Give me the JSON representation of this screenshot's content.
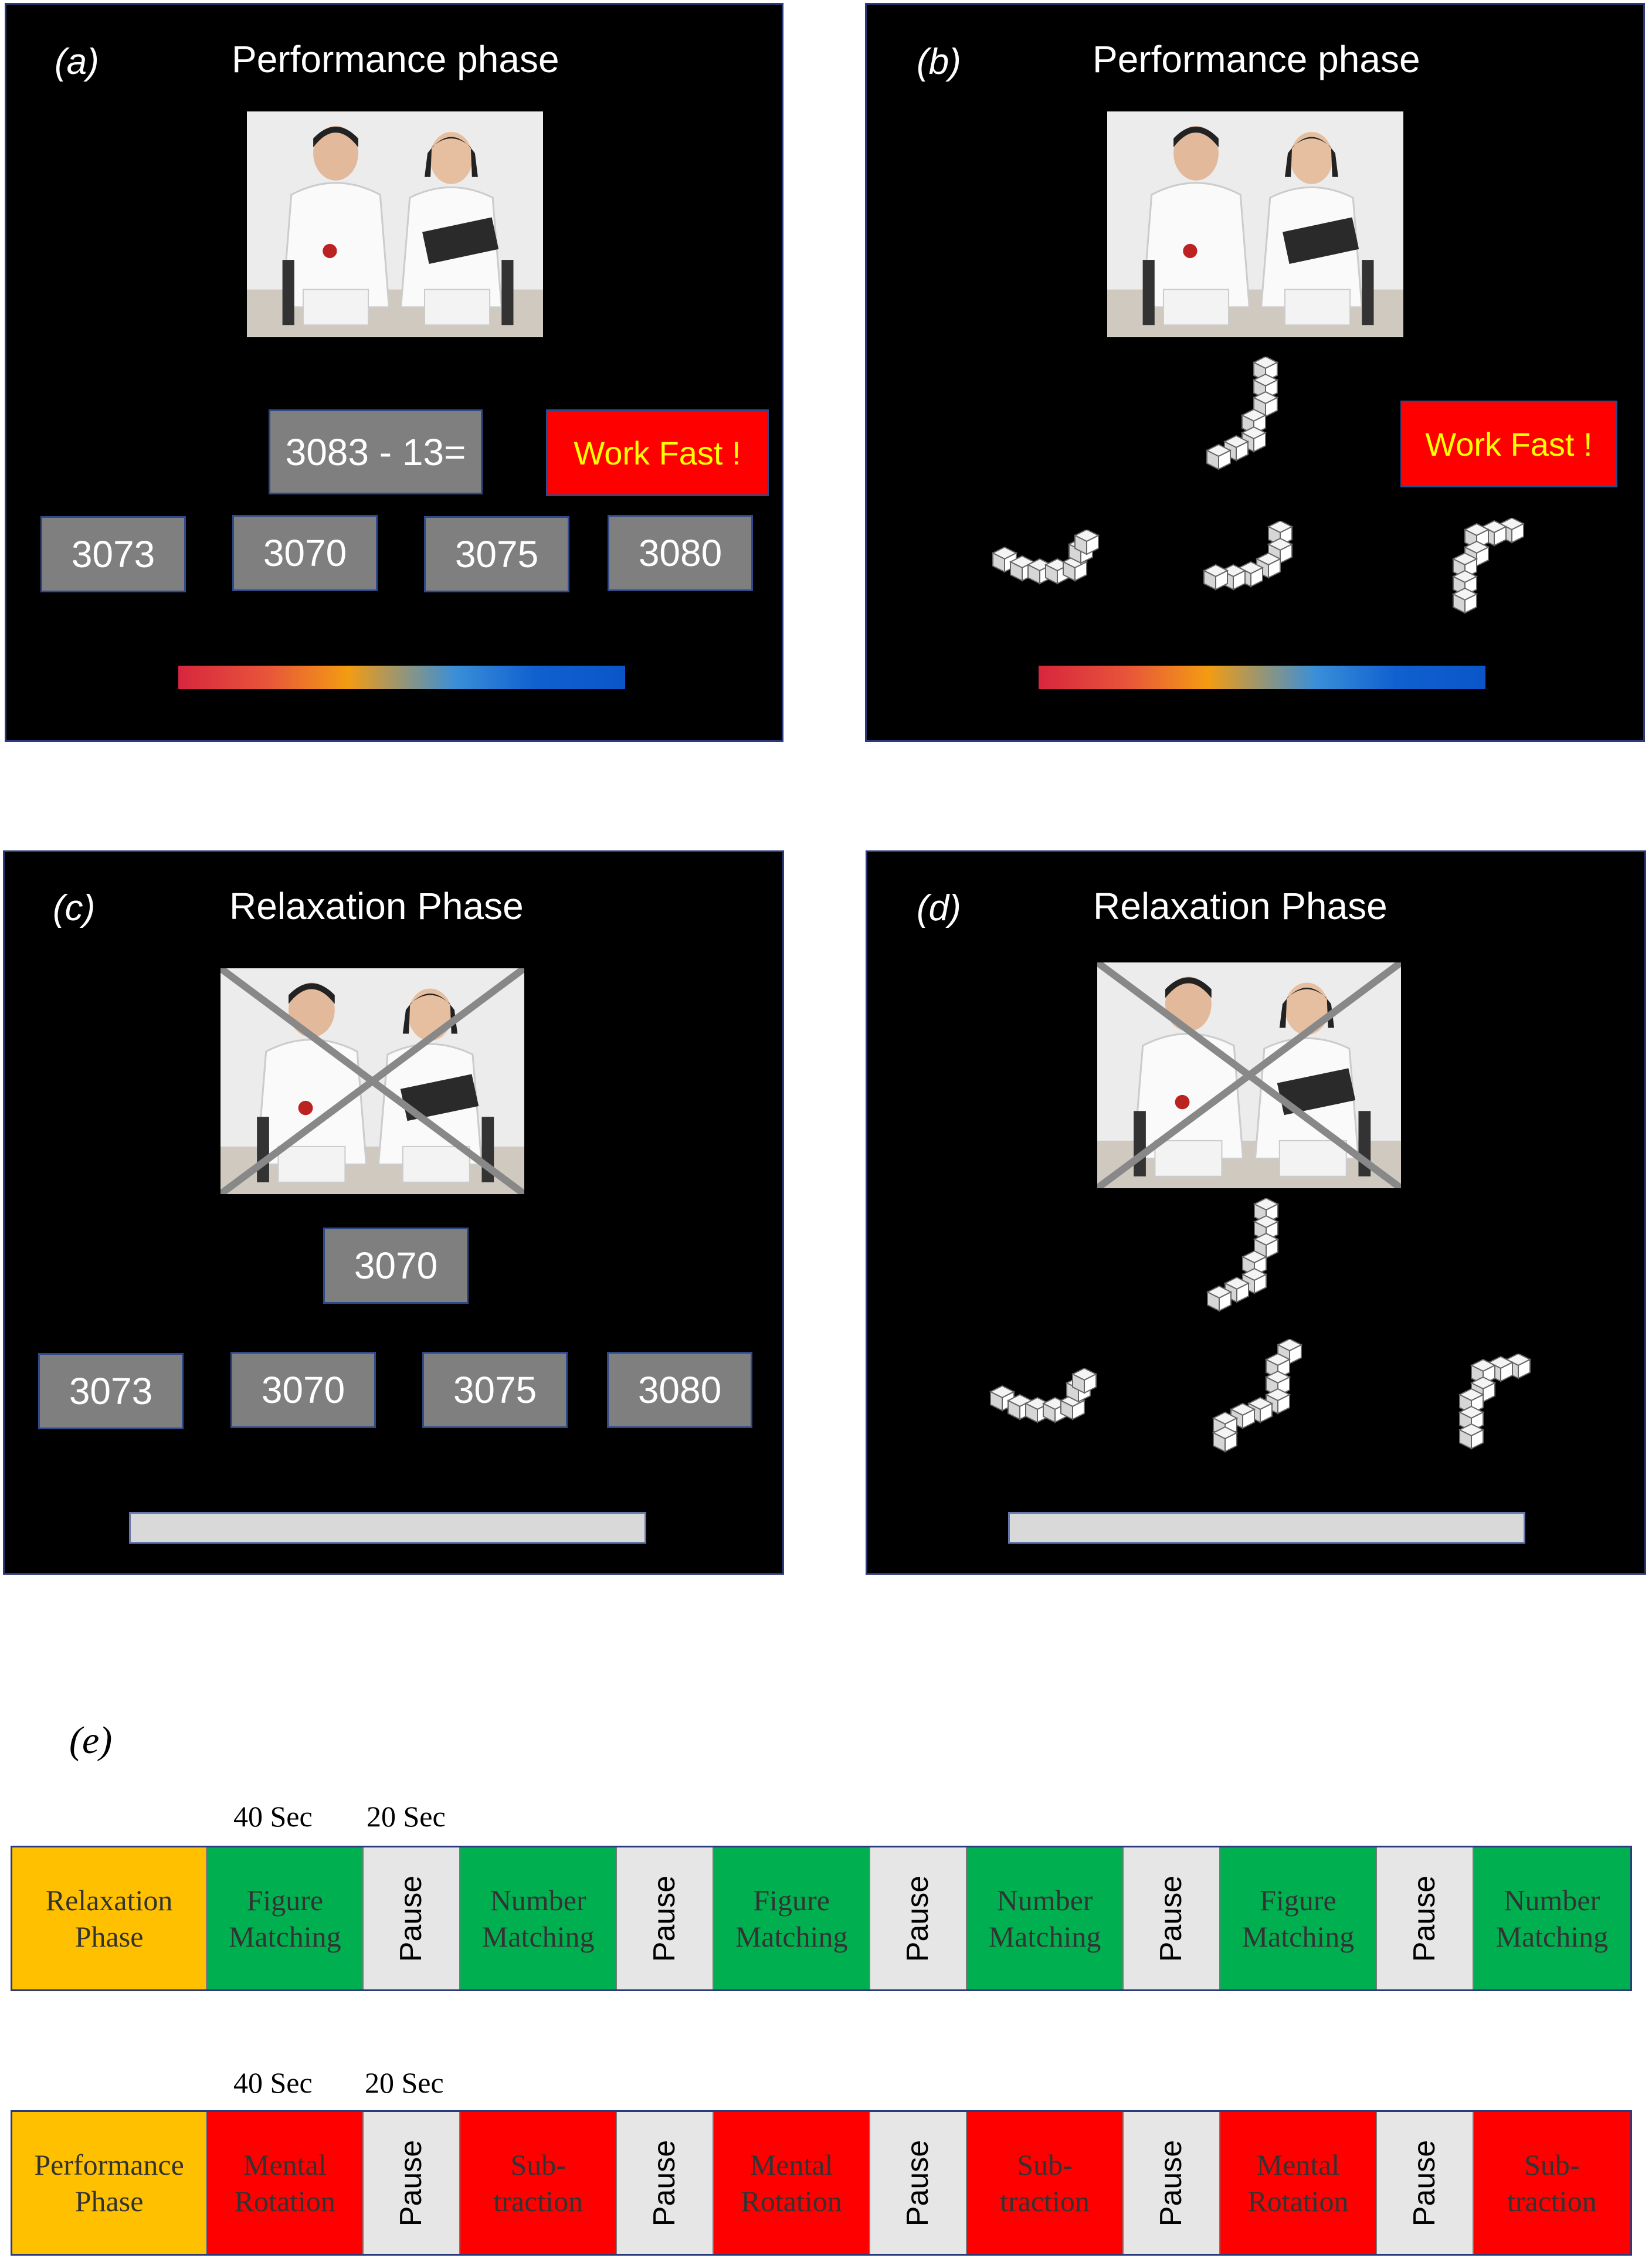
{
  "panels": {
    "a": {
      "tag": "(a)",
      "title": "Performance phase",
      "problem": "3083 - 13=",
      "options": [
        "3073",
        "3070",
        "3075",
        "3080"
      ],
      "warning": "Work Fast !"
    },
    "b": {
      "tag": "(b)",
      "title": "Performance phase",
      "warning": "Work Fast !"
    },
    "c": {
      "tag": "(c)",
      "title": "Relaxation Phase",
      "problem": "3070",
      "options": [
        "3073",
        "3070",
        "3075",
        "3080"
      ]
    },
    "d": {
      "tag": "(d)",
      "title": "Relaxation Phase"
    }
  },
  "timeline": {
    "tag": "(e)",
    "row1": {
      "duration_task": "40 Sec",
      "duration_pause": "20 Sec",
      "cells": [
        {
          "label": "Relaxation Phase",
          "type": "phase",
          "color": "#ffc000"
        },
        {
          "label": "Figure Matching",
          "type": "task",
          "color": "#00b050"
        },
        {
          "label": "Pause",
          "type": "pause",
          "color": "#e6e6e6"
        },
        {
          "label": "Number Matching",
          "type": "task",
          "color": "#00b050"
        },
        {
          "label": "Pause",
          "type": "pause",
          "color": "#e6e6e6"
        },
        {
          "label": "Figure Matching",
          "type": "task",
          "color": "#00b050"
        },
        {
          "label": "Pause",
          "type": "pause",
          "color": "#e6e6e6"
        },
        {
          "label": "Number Matching",
          "type": "task",
          "color": "#00b050"
        },
        {
          "label": "Pause",
          "type": "pause",
          "color": "#e6e6e6"
        },
        {
          "label": "Figure Matching",
          "type": "task",
          "color": "#00b050"
        },
        {
          "label": "Pause",
          "type": "pause",
          "color": "#e6e6e6"
        },
        {
          "label": "Number Matching",
          "type": "task",
          "color": "#00b050"
        }
      ]
    },
    "row2": {
      "duration_task": "40 Sec",
      "duration_pause": "20 Sec",
      "cells": [
        {
          "label": "Performance Phase",
          "type": "phase",
          "color": "#ffc000"
        },
        {
          "label": "Mental Rotation",
          "type": "task",
          "color": "#ff0000"
        },
        {
          "label": "Pause",
          "type": "pause",
          "color": "#e6e6e6"
        },
        {
          "label": "Sub-traction",
          "type": "task",
          "color": "#ff0000"
        },
        {
          "label": "Pause",
          "type": "pause",
          "color": "#e6e6e6"
        },
        {
          "label": "Mental Rotation",
          "type": "task",
          "color": "#ff0000"
        },
        {
          "label": "Pause",
          "type": "pause",
          "color": "#e6e6e6"
        },
        {
          "label": "Sub-traction",
          "type": "task",
          "color": "#ff0000"
        },
        {
          "label": "Pause",
          "type": "pause",
          "color": "#e6e6e6"
        },
        {
          "label": "Mental Rotation",
          "type": "task",
          "color": "#ff0000"
        },
        {
          "label": "Pause",
          "type": "pause",
          "color": "#e6e6e6"
        },
        {
          "label": "Sub-traction",
          "type": "task",
          "color": "#ff0000"
        }
      ]
    }
  }
}
